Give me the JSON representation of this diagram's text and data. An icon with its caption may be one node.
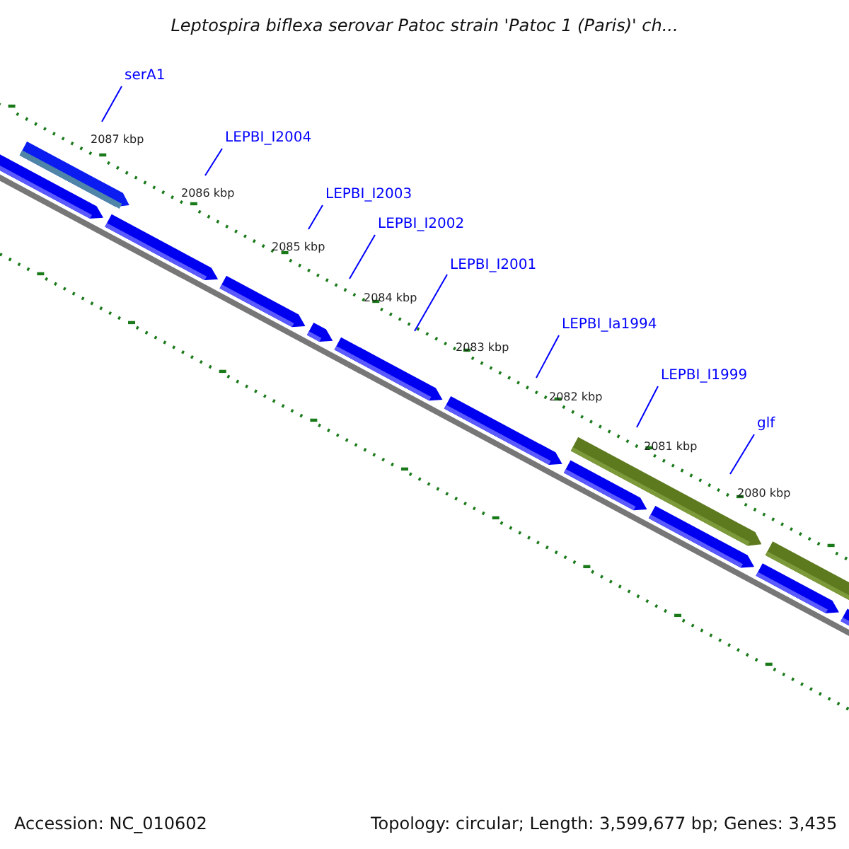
{
  "diagram": {
    "title": "Leptospira biflexa serovar Patoc strain 'Patoc 1 (Paris)' ch...",
    "nodes": [
      {
        "text": [
          "serA1"
        ]
      },
      {
        "text": [
          "LEPBI_I2004"
        ]
      },
      {
        "text": [
          "LEPBI_I2003"
        ]
      },
      {
        "text": [
          "LEPBI_I2002"
        ]
      },
      {
        "text": [
          "LEPBI_I2001"
        ]
      },
      {
        "text": [
          "LEPBI_Ia1994"
        ]
      },
      {
        "text": [
          "LEPBI_I1999"
        ]
      },
      {
        "text": [
          "glf"
        ]
      }
    ],
    "edges": [
      {
        "from": 0,
        "to": null,
        "arrow": "none"
      },
      {
        "from": 1,
        "to": null,
        "arrow": "none"
      },
      {
        "from": 2,
        "to": null,
        "arrow": "none"
      },
      {
        "from": 3,
        "to": null,
        "arrow": "none"
      },
      {
        "from": 4,
        "to": null,
        "arrow": "none"
      },
      {
        "from": 5,
        "to": null,
        "arrow": "none"
      },
      {
        "from": 6,
        "to": null,
        "arrow": "none"
      },
      {
        "from": 7,
        "to": null,
        "arrow": "none"
      }
    ],
    "labels": [
      "2087 kbp",
      "2086 kbp",
      "2085 kbp",
      "2084 kbp",
      "2083 kbp",
      "2082 kbp",
      "2081 kbp",
      "2080 kbp",
      "Accession: NC_010602",
      "Topology: circular; Length: 3,599,677 bp; Genes: 3,435"
    ]
  }
}
